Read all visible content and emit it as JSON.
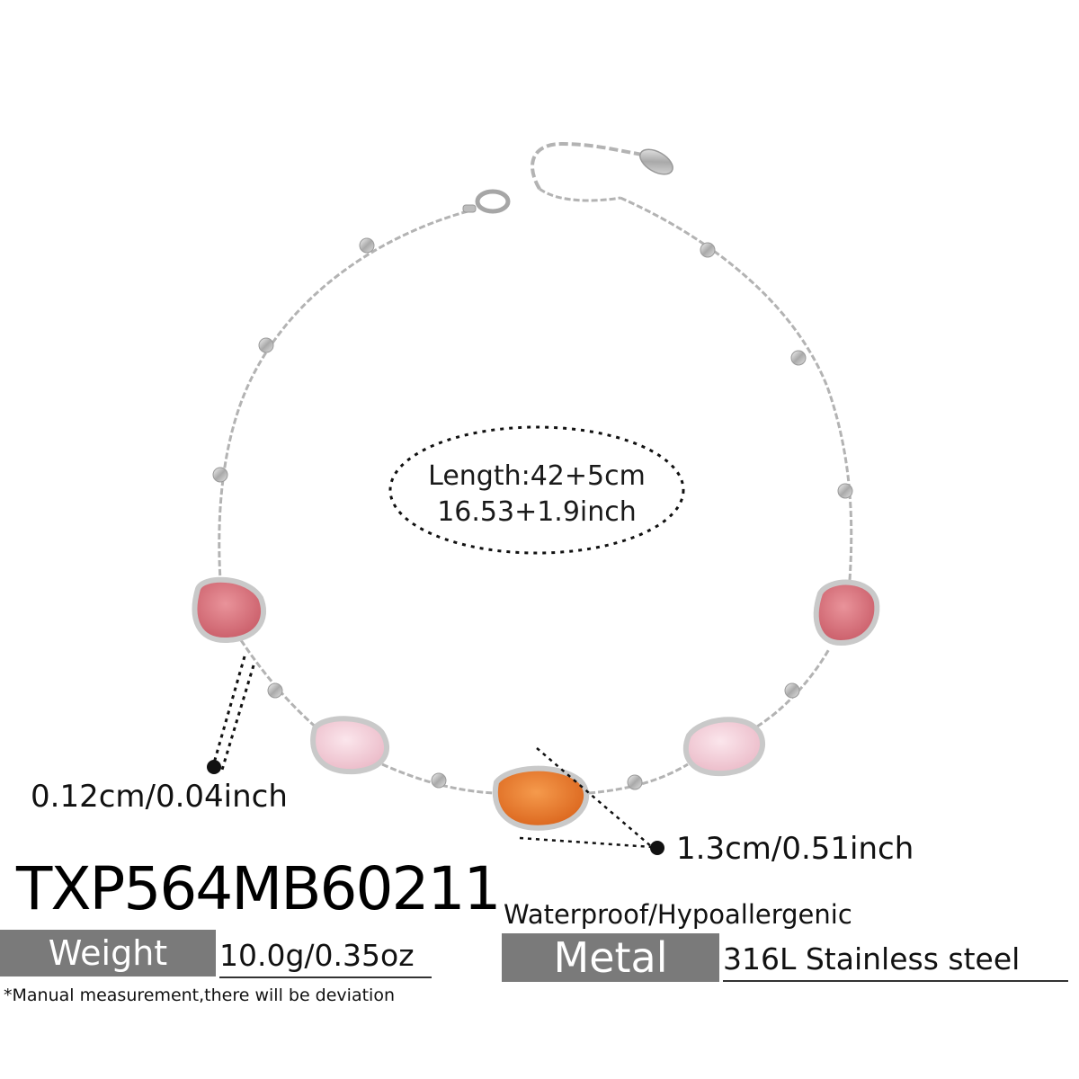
{
  "product": {
    "sku": "TXP564MB60211",
    "features": "Waterproof/Hypoallergenic",
    "length_line1": "Length:42+5cm",
    "length_line2": "16.53+1.9inch",
    "chain_thickness": "0.12cm/0.04inch",
    "stone_size": "1.3cm/0.51inch"
  },
  "specs": {
    "weight_label": "Weight",
    "weight_value": "10.0g/0.35oz",
    "metal_label": "Metal",
    "metal_value": "316L Stainless steel"
  },
  "disclaimer": "*Manual measurement,there will be deviation",
  "colors": {
    "label_bg": "#7a7a7a",
    "silver": "#b8b8b8",
    "stone_rose": "#d96f79",
    "stone_pink": "#f2c9d3",
    "stone_orange": "#e87a2c"
  }
}
